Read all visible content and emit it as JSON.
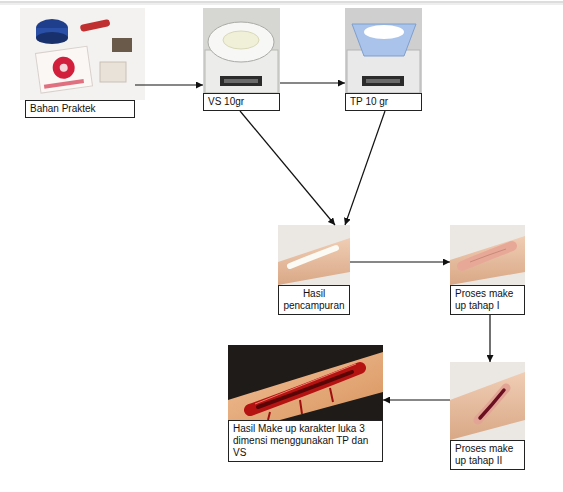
{
  "diagram": {
    "nodes": [
      {
        "text": [
          "Bahan Praktek"
        ]
      },
      {
        "text": [
          "VS 10gr"
        ]
      },
      {
        "text": [
          "TP 10 gr"
        ]
      },
      {
        "text": [
          "Hasil pencampuran"
        ]
      },
      {
        "text": [
          "Proses make up tahap I"
        ]
      },
      {
        "text": [
          "Proses make up tahap II"
        ]
      },
      {
        "text": [
          "Hasil Make up karakter luka 3 dimensi menggunakan TP dan VS"
        ]
      }
    ],
    "edges": [
      {
        "from": 0,
        "to": 1,
        "arrow": "to"
      },
      {
        "from": 1,
        "to": 2,
        "arrow": "to"
      },
      {
        "from": 1,
        "to": 3,
        "arrow": "to"
      },
      {
        "from": 2,
        "to": 3,
        "arrow": "to"
      },
      {
        "from": 3,
        "to": 4,
        "arrow": "to"
      },
      {
        "from": 4,
        "to": 5,
        "arrow": "to"
      },
      {
        "from": 5,
        "to": 6,
        "arrow": "to"
      }
    ]
  }
}
